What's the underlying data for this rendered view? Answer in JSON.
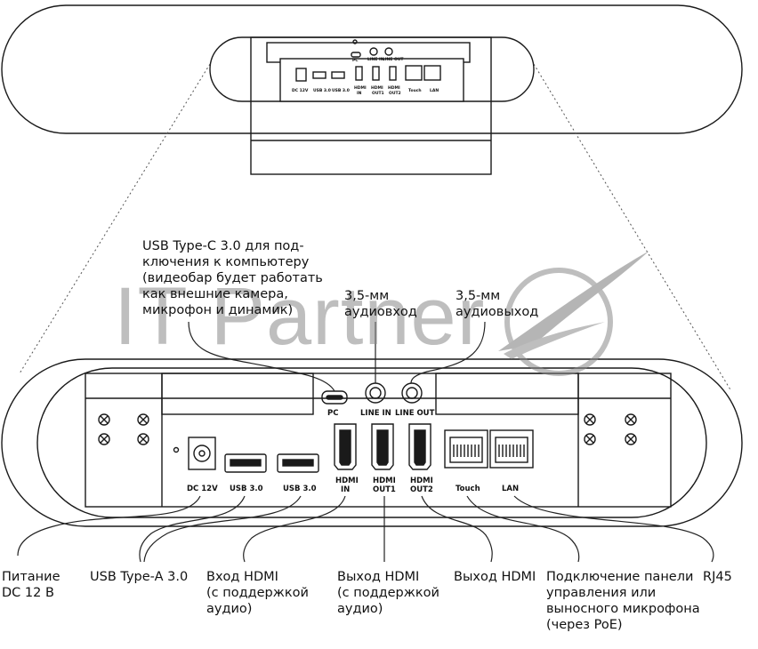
{
  "watermark": {
    "text": "IT Partner"
  },
  "top_ports": {
    "dc": "DC 12V",
    "usb1": "USB 3.0",
    "usb2": "USB 3.0",
    "pc": "PC",
    "line_in": "LINE IN",
    "line_out": "LINE OUT",
    "hdmi_in_1": "HDMI",
    "hdmi_in_2": "IN",
    "hdmi_out1_1": "HDMI",
    "hdmi_out1_2": "OUT1",
    "hdmi_out2_1": "HDMI",
    "hdmi_out2_2": "OUT2",
    "touch": "Touch",
    "lan": "LAN"
  },
  "ports": {
    "dc": "DC 12V",
    "usb1": "USB 3.0",
    "usb2": "USB 3.0",
    "pc": "PC",
    "line_in": "LINE IN",
    "line_out": "LINE OUT",
    "hdmi_in_1": "HDMI",
    "hdmi_in_2": "IN",
    "hdmi_out1_1": "HDMI",
    "hdmi_out1_2": "OUT1",
    "hdmi_out2_1": "HDMI",
    "hdmi_out2_2": "OUT2",
    "touch": "Touch",
    "lan": "LAN"
  },
  "callouts": {
    "usb_c": "USB Type-C 3.0 для под-\nключения к компьютеру\n(видеобар будет работать\nкак внешние камера,\nмикрофон и динамик)",
    "audio_in": "3,5-мм\nаудиовход",
    "audio_out": "3,5-мм\nаудиовыход",
    "power": "Питание\nDC 12 В",
    "usb_a": "USB Type-A 3.0",
    "hdmi_in": "Вход HDMI\n(с поддержкой\nаудио)",
    "hdmi_out1": "Выход HDMI\n(с поддержкой\nаудио)",
    "hdmi_out2": "Выход HDMI",
    "touch": "Подключение панели\nуправления или\nвыносного микрофона\n(через PoE)",
    "rj45": "RJ45"
  },
  "colors": {
    "line": "#222222",
    "outline": "#1a1a1a",
    "watermark": "#8a8a8a"
  }
}
